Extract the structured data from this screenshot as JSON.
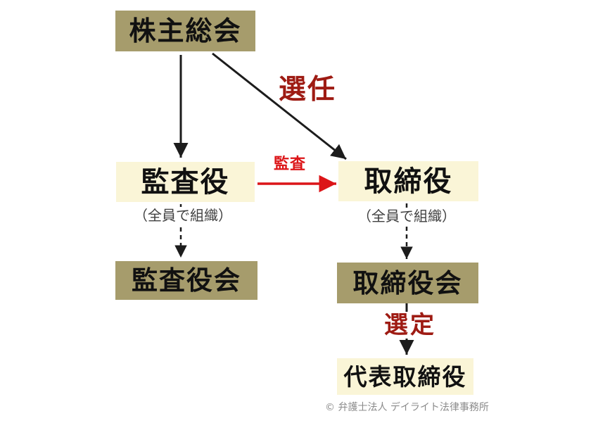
{
  "diagram": {
    "nodes": {
      "shareholders_meeting": {
        "label": "株主総会"
      },
      "auditor": {
        "label": "監査役"
      },
      "director": {
        "label": "取締役"
      },
      "auditor_board": {
        "label": "監査役会"
      },
      "director_board": {
        "label": "取締役会"
      },
      "representative_director": {
        "label": "代表取締役"
      }
    },
    "notes": {
      "auditor_note": "（全員で組織）",
      "director_note": "（全員で組織）"
    },
    "edge_labels": {
      "appointment": "選任",
      "audit": "監査",
      "selection": "選定"
    },
    "colors": {
      "olive_box": "#a69c6c",
      "cream_box": "#faf5d7",
      "arrow_black": "#1c1c1c",
      "arrow_red": "#dc1518",
      "label_dark_red": "#9e1b13",
      "note_gray": "#3f3f3f",
      "copyright_gray": "#8b8b8b"
    },
    "footer": {
      "copyright": "© 弁護士法人 デイライト法律事務所"
    }
  }
}
